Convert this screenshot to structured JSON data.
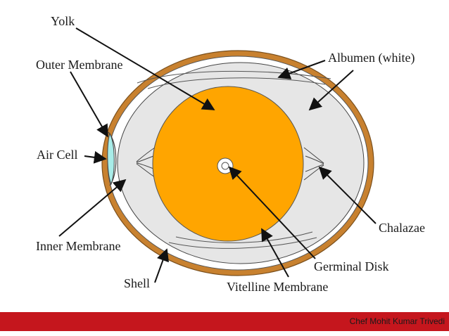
{
  "labels": {
    "yolk": "Yolk",
    "outer_membrane": "Outer Membrane",
    "albumen": "Albumen (white)",
    "air_cell": "Air Cell",
    "chalazae": "Chalazae",
    "inner_membrane": "Inner Membrane",
    "germinal_disk": "Germinal Disk",
    "shell": "Shell",
    "vitelline_membrane": "Vitelline Membrane"
  },
  "footer": {
    "credit": "Chef Mohit Kumar Trivedi"
  },
  "colors": {
    "shell": "#c8812f",
    "albumen": "#e6e6e6",
    "yolk": "#ffa500",
    "air_cell": "#a8ece8",
    "footer": "#c5161d"
  }
}
